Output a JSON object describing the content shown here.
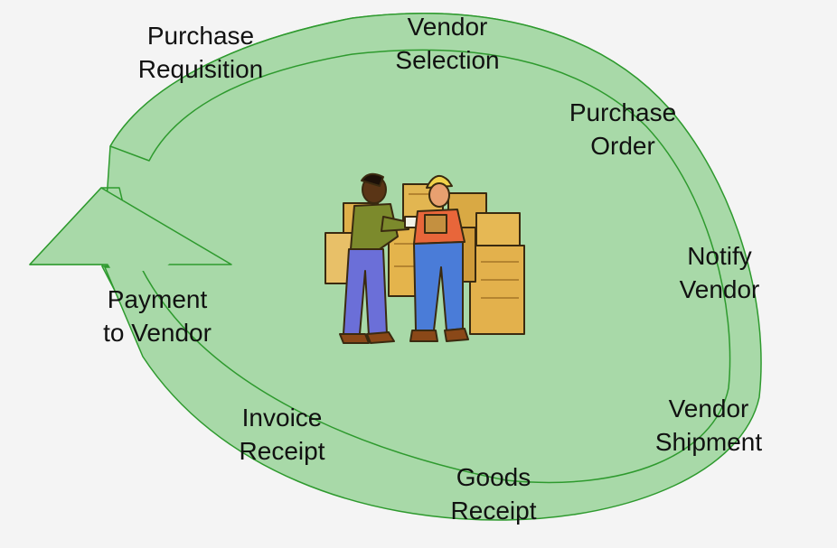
{
  "diagram": {
    "arrow_fill": "#a8d9a8",
    "arrow_stroke": "#2e9a2e",
    "background": "#f4f4f4",
    "illustration": "warehouse-workers-with-boxes",
    "steps": [
      {
        "id": "purchase-requisition",
        "line1": "Purchase",
        "line2": "Requisition"
      },
      {
        "id": "vendor-selection",
        "line1": "Vendor",
        "line2": "Selection"
      },
      {
        "id": "purchase-order",
        "line1": "Purchase",
        "line2": "Order"
      },
      {
        "id": "notify-vendor",
        "line1": "Notify",
        "line2": "Vendor"
      },
      {
        "id": "vendor-shipment",
        "line1": "Vendor",
        "line2": "Shipment"
      },
      {
        "id": "goods-receipt",
        "line1": "Goods",
        "line2": "Receipt"
      },
      {
        "id": "invoice-receipt",
        "line1": "Invoice",
        "line2": "Receipt"
      },
      {
        "id": "payment-to-vendor",
        "line1": "Payment",
        "line2": "to Vendor"
      }
    ]
  }
}
